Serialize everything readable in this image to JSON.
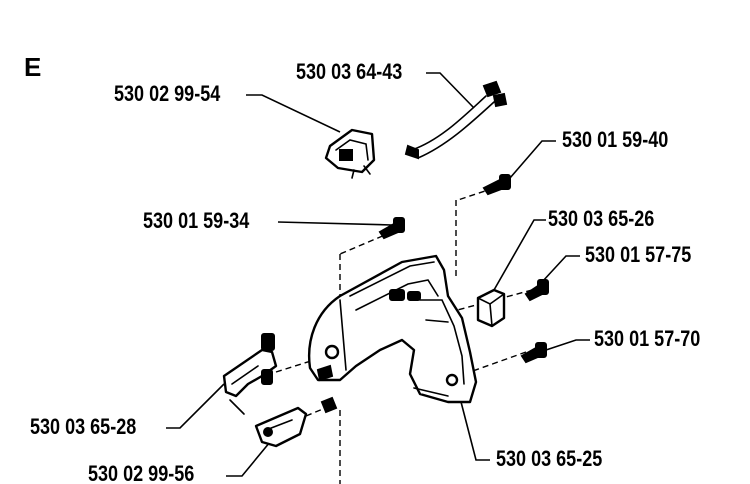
{
  "section_letter": "E",
  "part_numbers": {
    "p1": "530 02 99-54",
    "p2": "530 03 64-43",
    "p3": "530 01 59-40",
    "p4": "530 01 59-34",
    "p5": "530 03 65-26",
    "p6": "530 01 57-75",
    "p7": "530 01 57-70",
    "p8": "530 03 65-28",
    "p9": "530 03 65-25",
    "p10": "530 02 99-56"
  }
}
